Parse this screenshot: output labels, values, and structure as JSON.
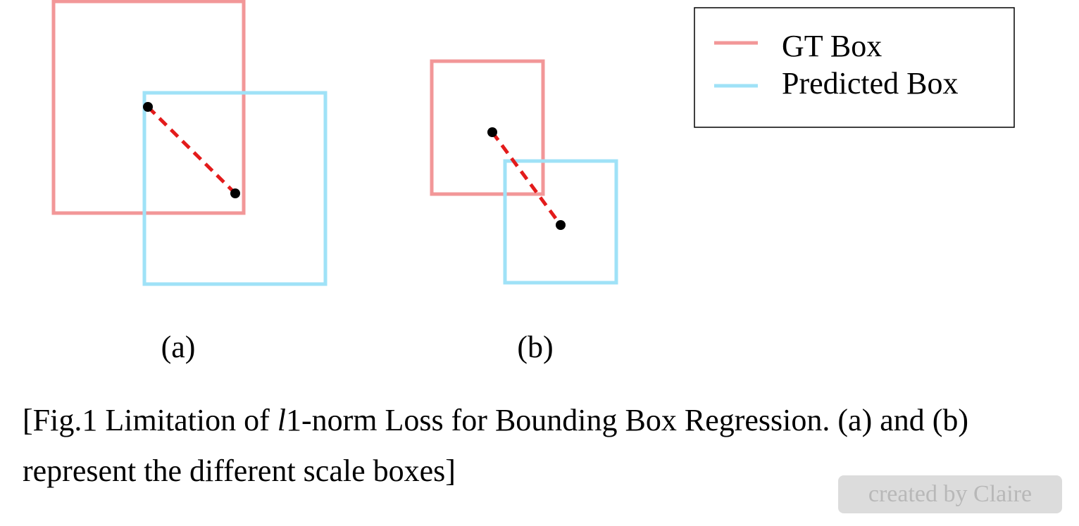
{
  "legend": {
    "gt_label": "GT Box",
    "pred_label": "Predicted Box"
  },
  "panels": {
    "a_label": "(a)",
    "b_label": "(b)"
  },
  "caption": {
    "part1": "[Fig.1 Limitation of ",
    "italic": "l",
    "part2": "1-norm Loss for Bounding Box Regression. (a) and (b) represent the different scale boxes]"
  },
  "watermark": "created by Claire",
  "colors": {
    "gt_box": "#f29798",
    "predicted_box": "#9fe2f7",
    "distance_line": "#e31b1b",
    "center_point": "#000000"
  }
}
